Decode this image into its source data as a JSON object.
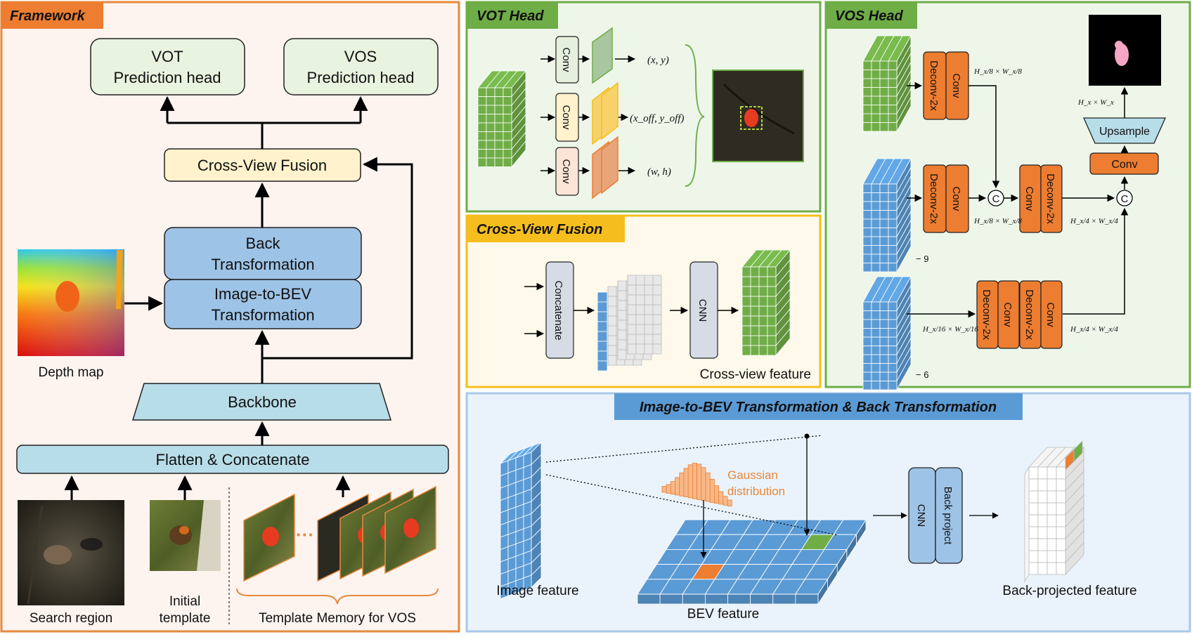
{
  "colors": {
    "framework_border": "#e6893d",
    "framework_bg": "#fdf4ef",
    "green_border": "#6fad47",
    "green_bg": "#eef6ea",
    "yellow_border": "#f5be1e",
    "yellow_bg": "#fef9ea",
    "blue_border": "#a8c8e8",
    "blue_bg": "#eaf3fb",
    "title_blue_bg": "#5b9bd5",
    "orange_block": "#ed7d31",
    "cell_green": "#70ad47",
    "cell_blue": "#5b9bd5"
  },
  "framework": {
    "title": "Framework",
    "vot_head": [
      "VOT",
      "Prediction head"
    ],
    "vos_head": [
      "VOS",
      "Prediction head"
    ],
    "cross_view_fusion": "Cross-View Fusion",
    "back_transformation": [
      "Back",
      "Transformation"
    ],
    "image_to_bev": [
      "Image-to-BEV",
      "Transformation"
    ],
    "backbone": "Backbone",
    "flatten_concat": "Flatten & Concatenate",
    "depth_map": "Depth map",
    "search_region": "Search region",
    "initial_template": [
      "Initial",
      "template"
    ],
    "template_memory": "Template Memory for VOS",
    "ellipsis": "···"
  },
  "vot_head": {
    "title": "VOT Head",
    "conv": "Conv",
    "out_xy": "(x, y)",
    "out_off": "(x_off, y_off)",
    "out_wh": "(w, h)"
  },
  "cross_view": {
    "title": "Cross-View Fusion",
    "concatenate": "Concatenate",
    "cnn": "CNN",
    "feature_label": "Cross-view feature"
  },
  "vos_head": {
    "title": "VOS Head",
    "deconv": "Deconv-2x",
    "conv": "Conv",
    "upsample": "Upsample",
    "concat_symbol": "C",
    "dim_hw": "H_x × W_x",
    "frac_8": "H_x/8 × W_x/8",
    "frac_4": "H_x/4 × W_x/4",
    "frac_16": "H_x/16 × W_x/16",
    "layer_9": "− 9",
    "layer_6": "− 6"
  },
  "bev": {
    "title": "Image-to-BEV Transformation & Back Transformation",
    "gaussian": [
      "Gaussian",
      "distribution"
    ],
    "cnn": "CNN",
    "back_project": "Back project",
    "image_feature": "Image feature",
    "bev_feature": "BEV feature",
    "back_projected_feature": "Back-projected feature"
  }
}
